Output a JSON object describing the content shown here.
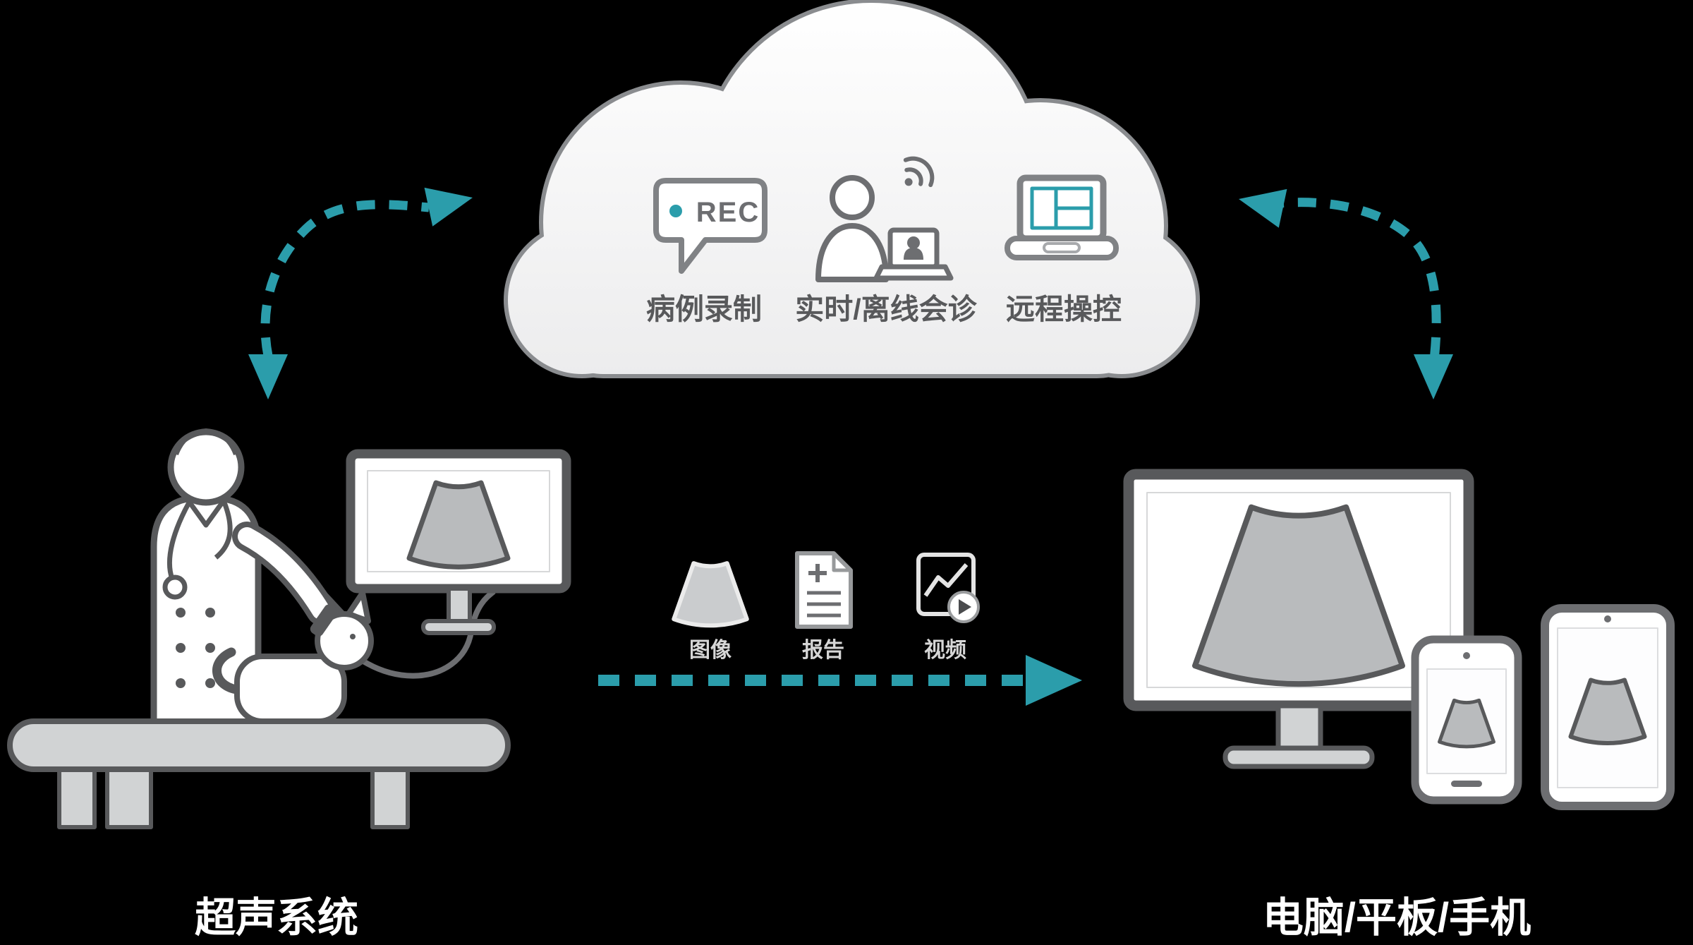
{
  "colors": {
    "background": "#000000",
    "accent_teal": "#2b9dab",
    "outline_dark": "#58595b",
    "outline_mid": "#6d6e71",
    "cloud_outline": "#8a8c8f",
    "light_gray": "#d1d3d4",
    "sector_gray": "#b9bbbd"
  },
  "cloud": {
    "rec_label": "REC",
    "features": [
      {
        "icon": "rec-record-icon",
        "label": "病例录制"
      },
      {
        "icon": "consultation-person-icon",
        "label": "实时/离线会诊"
      },
      {
        "icon": "remote-control-laptop-icon",
        "label": "远程操控"
      }
    ]
  },
  "transfer": {
    "items": [
      {
        "icon": "ultrasound-image-icon",
        "label": "图像"
      },
      {
        "icon": "report-document-icon",
        "label": "报告"
      },
      {
        "icon": "video-play-icon",
        "label": "视频"
      }
    ]
  },
  "nodes": {
    "left_label": "超声系统",
    "right_label": "电脑/平板/手机"
  }
}
